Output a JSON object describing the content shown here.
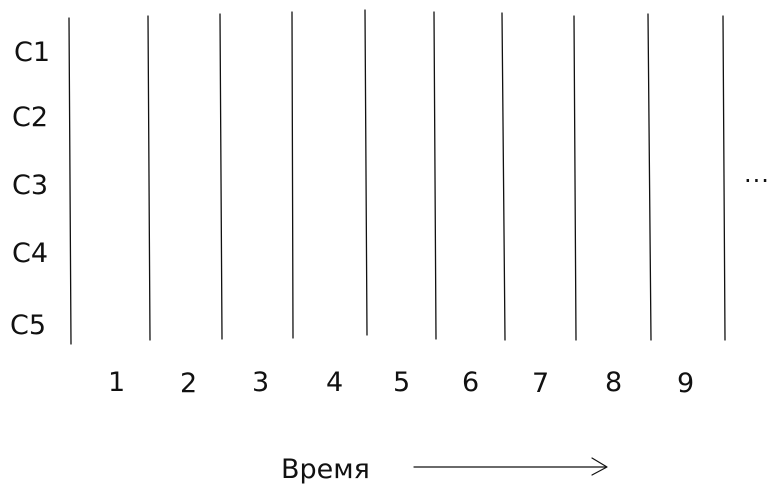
{
  "rows": [
    "C1",
    "C2",
    "C3",
    "C4",
    "C5"
  ],
  "columns": [
    "1",
    "2",
    "3",
    "4",
    "5",
    "6",
    "7",
    "8",
    "9"
  ],
  "continuation": "...",
  "time_axis": {
    "label": "Время"
  }
}
